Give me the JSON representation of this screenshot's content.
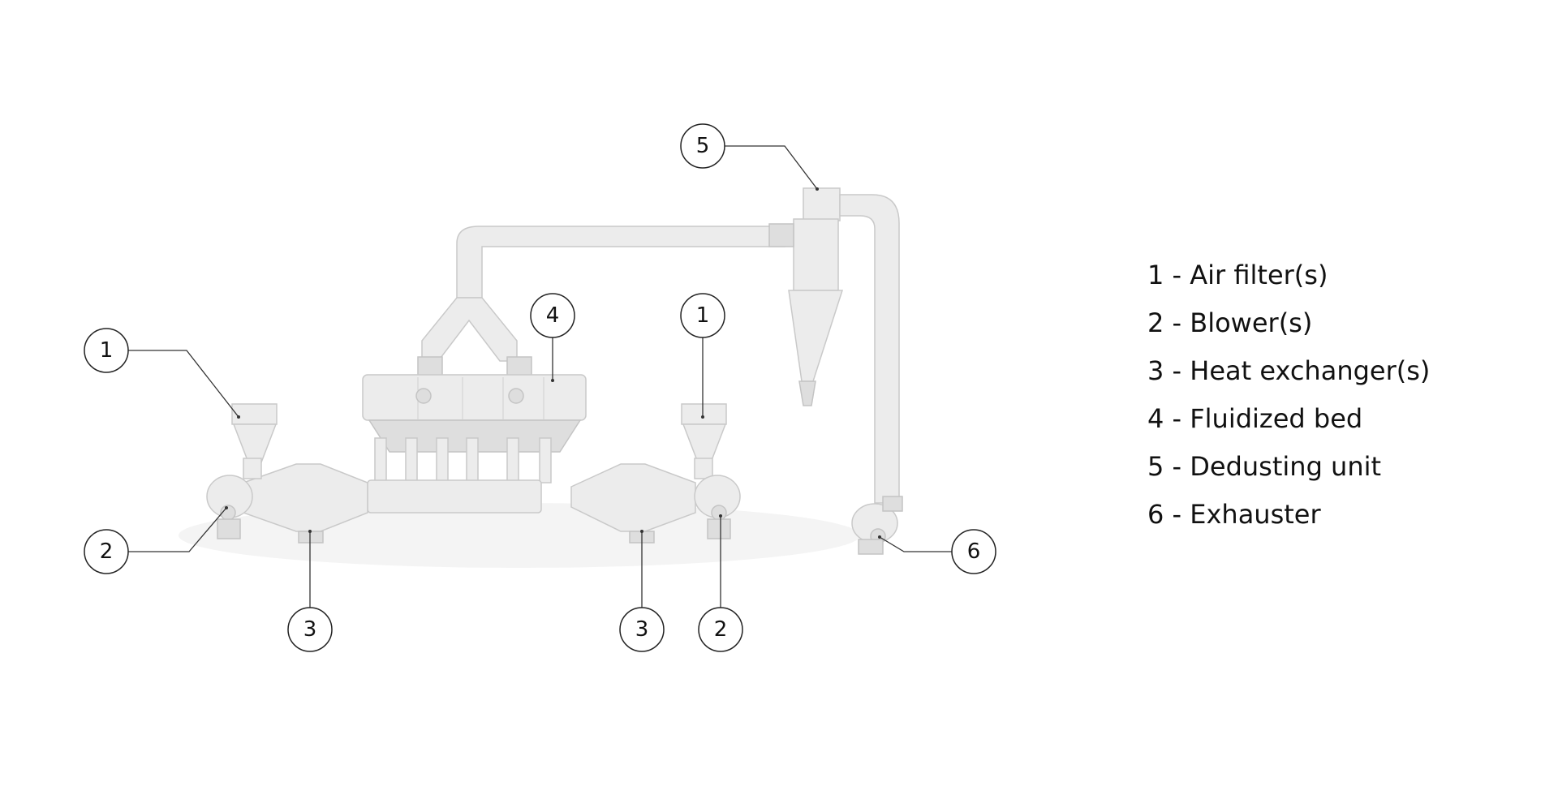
{
  "callouts": [
    {
      "id": "1",
      "label": "1"
    },
    {
      "id": "2",
      "label": "2"
    },
    {
      "id": "3",
      "label": "3"
    },
    {
      "id": "4",
      "label": "4"
    },
    {
      "id": "1b",
      "label": "1"
    },
    {
      "id": "3b",
      "label": "3"
    },
    {
      "id": "2b",
      "label": "2"
    },
    {
      "id": "5",
      "label": "5"
    },
    {
      "id": "6",
      "label": "6"
    }
  ],
  "legend": [
    "1 - Air filter(s)",
    "2 - Blower(s)",
    "3 - Heat exchanger(s)",
    "4 - Fluidized bed",
    "5 - Dedusting unit",
    "6 - Exhauster"
  ]
}
